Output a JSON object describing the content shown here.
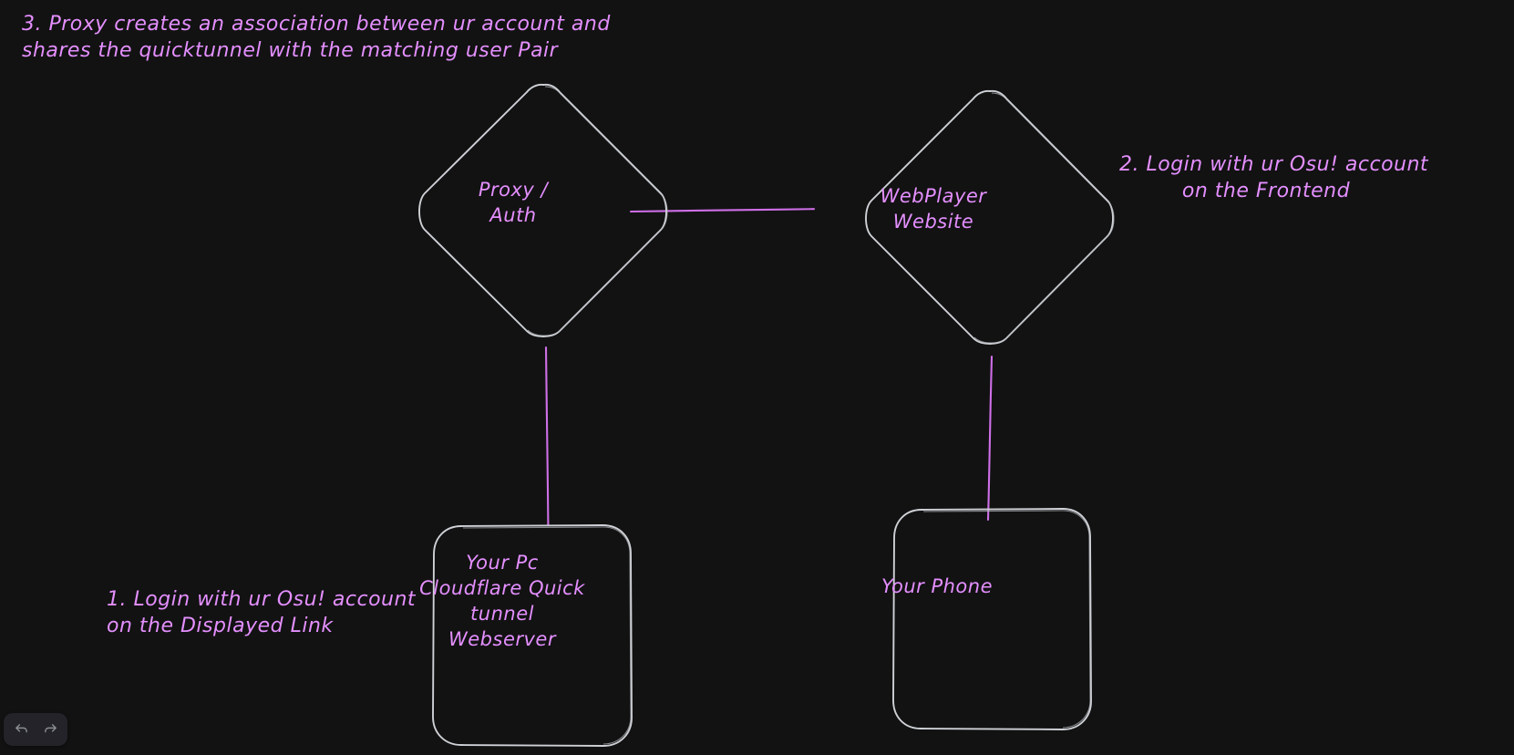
{
  "canvas": {
    "background": "#121212",
    "node_stroke": "#ced1d6",
    "connector_color": "#cf6fe8",
    "text_color": "#e48fff"
  },
  "notes": [
    {
      "id": "note-1",
      "number": "1.",
      "lines": [
        "1. Login with ur Osu! account",
        "on the Displayed Link"
      ],
      "align": "left"
    },
    {
      "id": "note-2",
      "number": "2.",
      "lines": [
        "2. Login with ur Osu! account",
        "on the Frontend"
      ],
      "align": "center"
    },
    {
      "id": "note-3",
      "number": "3.",
      "lines": [
        "3. Proxy creates an association between ur account and",
        "shares the quicktunnel with the matching user Pair"
      ],
      "align": "left"
    }
  ],
  "nodes": [
    {
      "id": "proxy-auth",
      "shape": "diamond",
      "lines": [
        "Proxy /",
        "Auth"
      ]
    },
    {
      "id": "webplayer-website",
      "shape": "diamond",
      "lines": [
        "WebPlayer",
        "Website"
      ]
    },
    {
      "id": "your-pc",
      "shape": "rounded-rect",
      "lines": [
        "Your Pc",
        "Cloudflare Quick",
        "tunnel",
        "Webserver"
      ]
    },
    {
      "id": "your-phone",
      "shape": "rounded-rect",
      "lines": [
        "Your Phone"
      ]
    }
  ],
  "connectors": [
    {
      "id": "proxy-to-webplayer",
      "from": "proxy-auth",
      "to": "webplayer-website"
    },
    {
      "id": "proxy-to-yourpc",
      "from": "proxy-auth",
      "to": "your-pc"
    },
    {
      "id": "webplayer-to-yourphone",
      "from": "webplayer-website",
      "to": "your-phone"
    }
  ],
  "toolbar": {
    "undo_label": "Undo",
    "redo_label": "Redo",
    "undo_icon": "undo-arrow-icon",
    "redo_icon": "redo-arrow-icon"
  }
}
